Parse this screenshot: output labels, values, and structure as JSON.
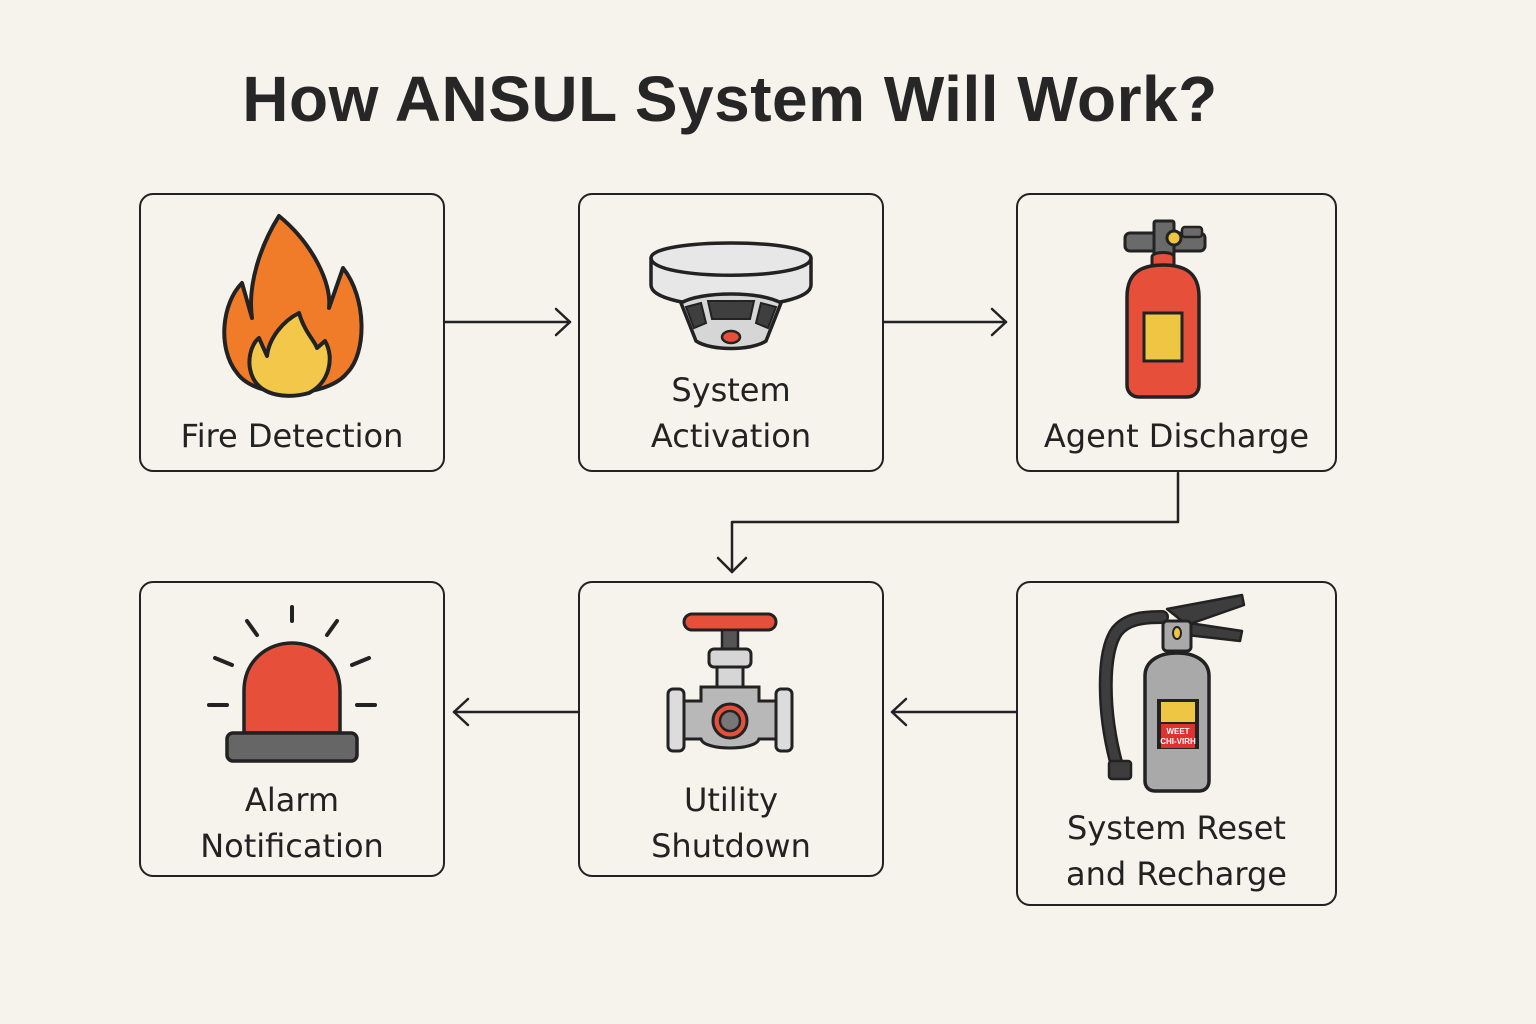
{
  "title": "How ANSUL System Will Work?",
  "colors": {
    "background": "#f6f2ec",
    "outline": "#222222",
    "flame_outer": "#f07c2a",
    "flame_inner": "#f3c84a",
    "red": "#e6503a",
    "yellow": "#eec643",
    "gray": "#a9a9a9",
    "dark_gray": "#555555"
  },
  "steps": [
    {
      "id": "fire-detection",
      "lines": [
        "Fire Detection"
      ],
      "icon": "flame-icon"
    },
    {
      "id": "system-activation",
      "lines": [
        "System",
        "Activation"
      ],
      "icon": "smoke-detector-icon"
    },
    {
      "id": "agent-discharge",
      "lines": [
        "Agent Discharge"
      ],
      "icon": "agent-tank-icon"
    },
    {
      "id": "utility-shutdown",
      "lines": [
        "Utility",
        "Shutdown"
      ],
      "icon": "valve-icon"
    },
    {
      "id": "alarm-notification",
      "lines": [
        "Alarm",
        "Notification"
      ],
      "icon": "alarm-beacon-icon"
    },
    {
      "id": "system-reset",
      "lines": [
        "System Reset",
        "and Recharge"
      ],
      "icon": "fire-extinguisher-icon",
      "tag_lines": [
        "WEET",
        "CHI-VIRH"
      ]
    }
  ],
  "flow": [
    [
      "fire-detection",
      "system-activation"
    ],
    [
      "system-activation",
      "agent-discharge"
    ],
    [
      "agent-discharge",
      "utility-shutdown"
    ],
    [
      "system-reset",
      "utility-shutdown"
    ],
    [
      "utility-shutdown",
      "alarm-notification"
    ]
  ]
}
